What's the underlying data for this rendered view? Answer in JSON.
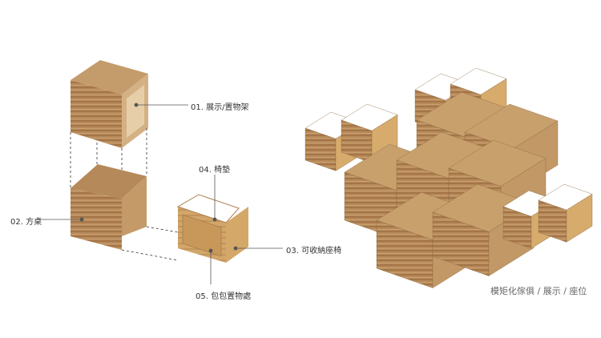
{
  "labels": {
    "display_shelf": "01. 展示/置物架",
    "square_table": "02. 方桌",
    "storable_seat": "03. 可收納座椅",
    "seat_cushion": "04. 椅墊",
    "bag_storage": "05. 包包置物處"
  },
  "caption": "模矩化傢俱 / 展示 / 座位",
  "colors": {
    "wood_dark": "#a87a4f",
    "wood_mid": "#c29a6a",
    "wood_light": "#d9b47c",
    "cushion": "#ffffff",
    "leader": "#555555"
  }
}
